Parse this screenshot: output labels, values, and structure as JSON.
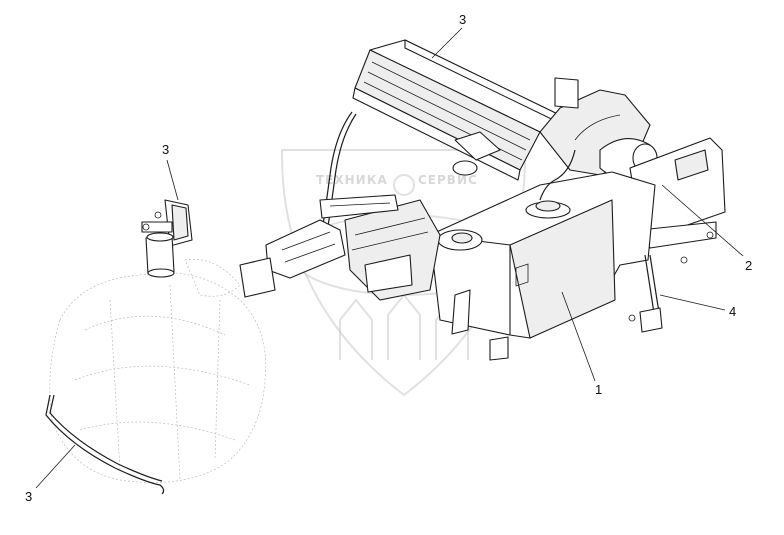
{
  "watermark": {
    "left_word": "ТЕХНИКА",
    "right_word": "СЕРВИС",
    "color": "#c8c8c8"
  },
  "callouts": [
    {
      "id": "c1",
      "label": "1"
    },
    {
      "id": "c2",
      "label": "2"
    },
    {
      "id": "c3a",
      "label": "3"
    },
    {
      "id": "c3b",
      "label": "3"
    },
    {
      "id": "c3c",
      "label": "3"
    },
    {
      "id": "c4",
      "label": "4"
    }
  ],
  "colors": {
    "line": "#1c1c1c",
    "background": "#ffffff"
  }
}
